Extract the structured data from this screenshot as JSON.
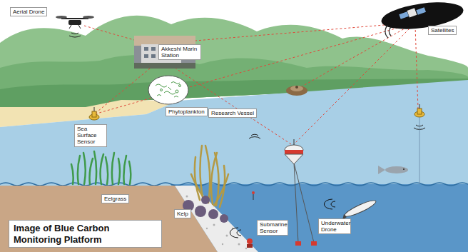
{
  "diagram": {
    "title": "Image of Blue Carbon Monitoring Platform",
    "nodes": [
      {
        "text": [
          "Aerial Drone"
        ]
      },
      {
        "text": [
          "Akkeshi Marin Station"
        ]
      },
      {
        "text": [
          "Satellites"
        ]
      },
      {
        "text": [
          "Phytoplankton"
        ]
      },
      {
        "text": [
          "Research Vessel"
        ]
      },
      {
        "text": [
          "Sea Surface Sensor"
        ]
      },
      {
        "text": [
          "Eelgrass"
        ]
      },
      {
        "text": [
          "Kelp"
        ]
      },
      {
        "text": [
          "Submarine Sensor"
        ]
      },
      {
        "text": [
          "Underwater Drone"
        ]
      }
    ]
  }
}
